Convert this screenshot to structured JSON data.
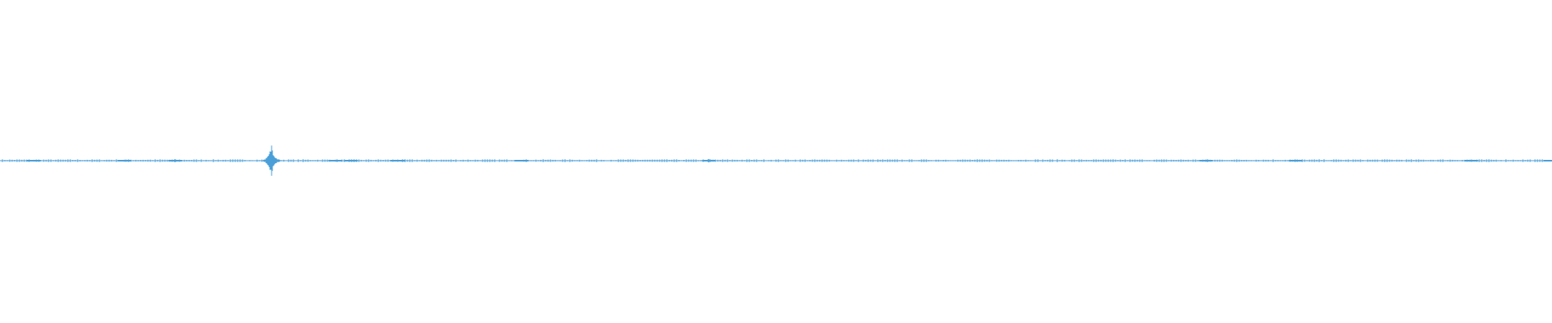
{
  "waveform": {
    "color": "#4a9fd8",
    "baseline_label": "",
    "bursts": [
      {
        "position": 0.022,
        "amplitude": 0.08
      },
      {
        "position": 0.08,
        "amplitude": 0.08
      },
      {
        "position": 0.113,
        "amplitude": 0.1
      },
      {
        "position": 0.175,
        "amplitude": 1.0
      },
      {
        "position": 0.216,
        "amplitude": 0.07
      },
      {
        "position": 0.226,
        "amplitude": 0.06
      },
      {
        "position": 0.256,
        "amplitude": 0.07
      },
      {
        "position": 0.336,
        "amplitude": 0.05
      },
      {
        "position": 0.457,
        "amplitude": 0.1
      },
      {
        "position": 0.777,
        "amplitude": 0.09
      },
      {
        "position": 0.835,
        "amplitude": 0.07
      },
      {
        "position": 0.948,
        "amplitude": 0.07
      },
      {
        "position": 0.999,
        "amplitude": 0.06
      }
    ]
  }
}
